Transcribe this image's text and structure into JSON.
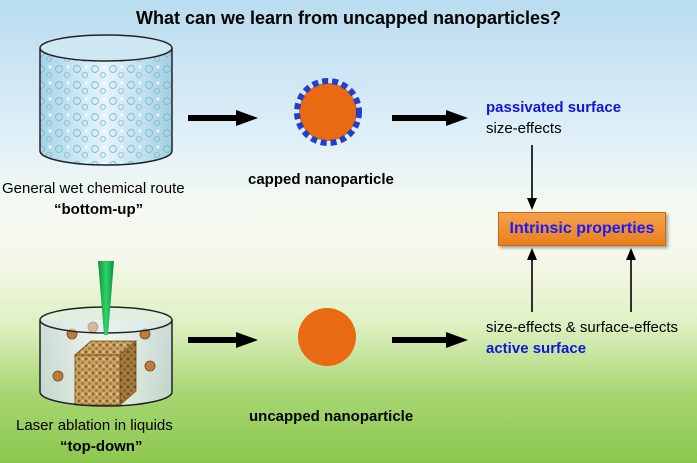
{
  "title": "What can we learn from uncapped nanoparticles?",
  "top_route": {
    "method_label": "General wet chemical route",
    "approach_label": "“bottom-up”",
    "particle_label": "capped nanoparticle",
    "result_emphasis": "passivated surface",
    "result_effects": "size-effects"
  },
  "bottom_route": {
    "method_label": "Laser ablation in liquids",
    "approach_label": "“top-down”",
    "particle_label": "uncapped nanoparticle",
    "result_effects": "size-effects & surface-effects",
    "result_emphasis": "active surface"
  },
  "center": {
    "label": "Intrinsic properties"
  },
  "colors": {
    "particle": "#e96a12",
    "capping": "#1f3fd0",
    "emphasis_text": "#1414d8",
    "box": "#ee8c2e",
    "laser": "#18b050"
  }
}
